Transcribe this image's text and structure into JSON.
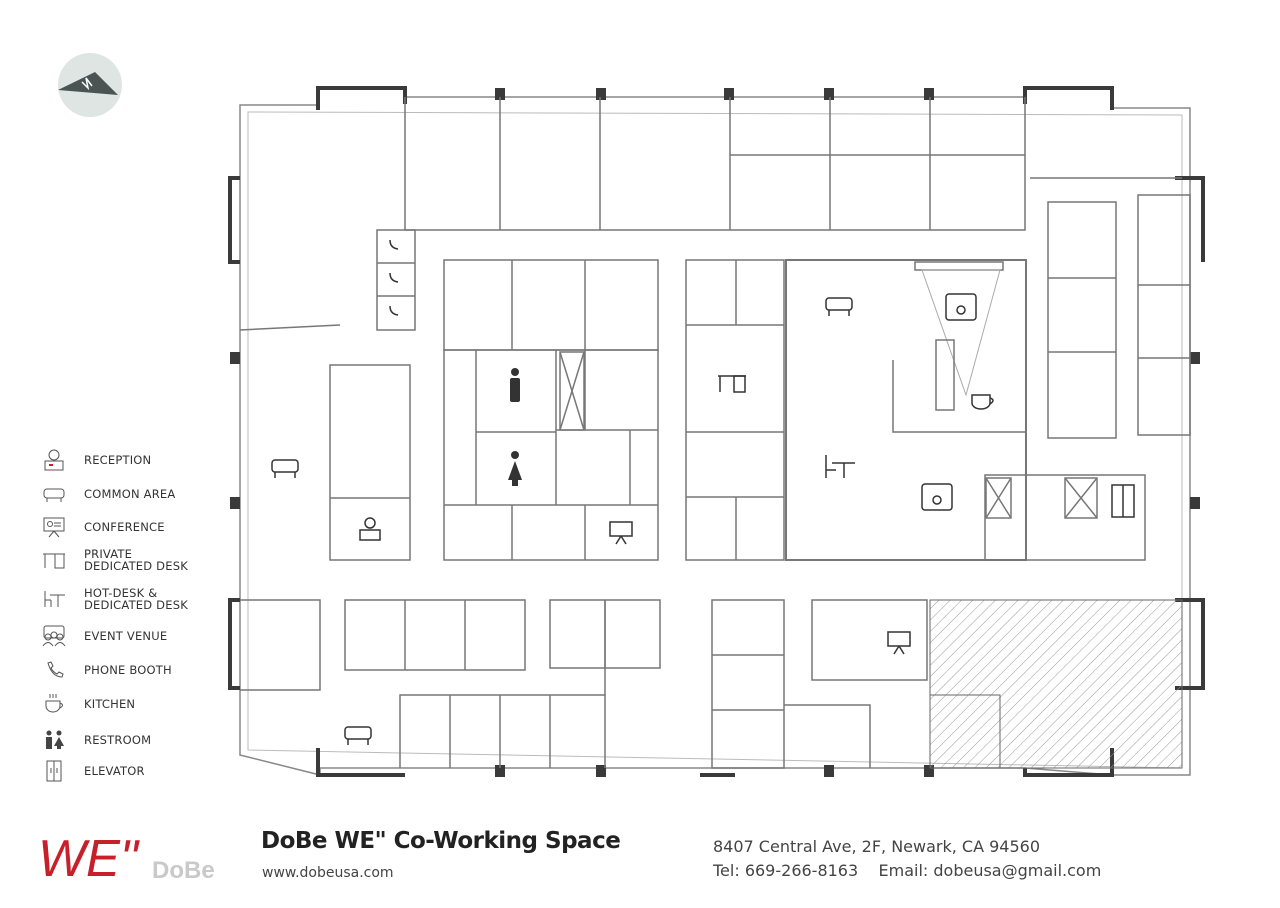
{
  "legend": [
    {
      "icon": "reception-icon",
      "label": "RECEPTION"
    },
    {
      "icon": "sofa-icon",
      "label": "COMMON AREA"
    },
    {
      "icon": "presentation-board-icon",
      "label": "CONFERENCE"
    },
    {
      "icon": "desk-icon",
      "label": "PRIVATE\nDEDICATED DESK"
    },
    {
      "icon": "desk-chair-icon",
      "label": "HOT-DESK &\nDEDICATED DESK"
    },
    {
      "icon": "group-icon",
      "label": "EVENT VENUE"
    },
    {
      "icon": "phone-icon",
      "label": "PHONE BOOTH"
    },
    {
      "icon": "coffee-cup-icon",
      "label": "KITCHEN"
    },
    {
      "icon": "restroom-icon",
      "label": "RESTROOM"
    },
    {
      "icon": "elevator-icon",
      "label": "ELEVATOR"
    }
  ],
  "footer": {
    "logo_text": "WE\"",
    "logo_subtext": "DoBe",
    "title": "DoBe WE\" Co-Working Space",
    "url": "www.dobeusa.com",
    "address": "8407 Central Ave, 2F, Newark, CA 94560",
    "contact": "Tel: 669-266-8163    Email: dobeusa@gmail.com"
  },
  "colors": {
    "brand_red": "#c8202a",
    "wall": "#3a3a3a",
    "line": "#777777",
    "compass": "#dfe5e3"
  }
}
